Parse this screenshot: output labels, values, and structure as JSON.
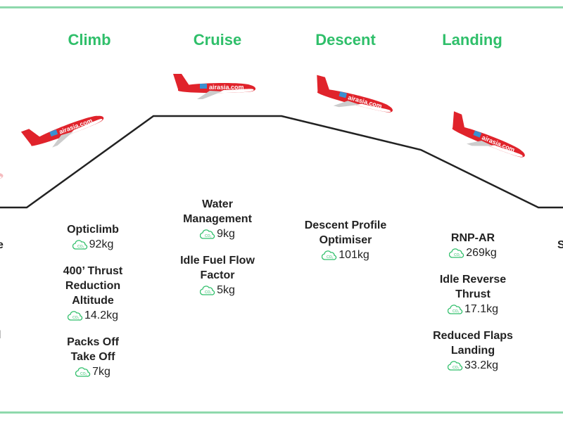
{
  "colors": {
    "accent": "#2fbf6a",
    "border": "#8ed9ac",
    "plane": "#e0232b",
    "line": "#222222"
  },
  "phases": [
    {
      "title": "Climb",
      "items": [
        {
          "label": "Opticlimb",
          "value": "92kg"
        },
        {
          "label": "400’ Thrust Reduction Altitude",
          "value": "14.2kg"
        },
        {
          "label": "Packs Off Take Off",
          "value": "7kg"
        }
      ]
    },
    {
      "title": "Cruise",
      "items": [
        {
          "label": "Water Management",
          "value": "9kg"
        },
        {
          "label": "Idle Fuel Flow Factor",
          "value": "5kg"
        }
      ]
    },
    {
      "title": "Descent",
      "items": [
        {
          "label": "Descent Profile Optimiser",
          "value": "101kg"
        }
      ]
    },
    {
      "title": "Landing",
      "items": [
        {
          "label": "RNP-AR",
          "value": "269kg"
        },
        {
          "label": "Idle Reverse Thrust",
          "value": "17.1kg"
        },
        {
          "label": "Reduced Flaps Landing",
          "value": "33.2kg"
        }
      ]
    }
  ],
  "partial_left": [
    "e",
    "l"
  ],
  "partial_right": [
    "S"
  ],
  "plane_livery": "airasia.com",
  "co2_icon": "co2-cloud-icon"
}
